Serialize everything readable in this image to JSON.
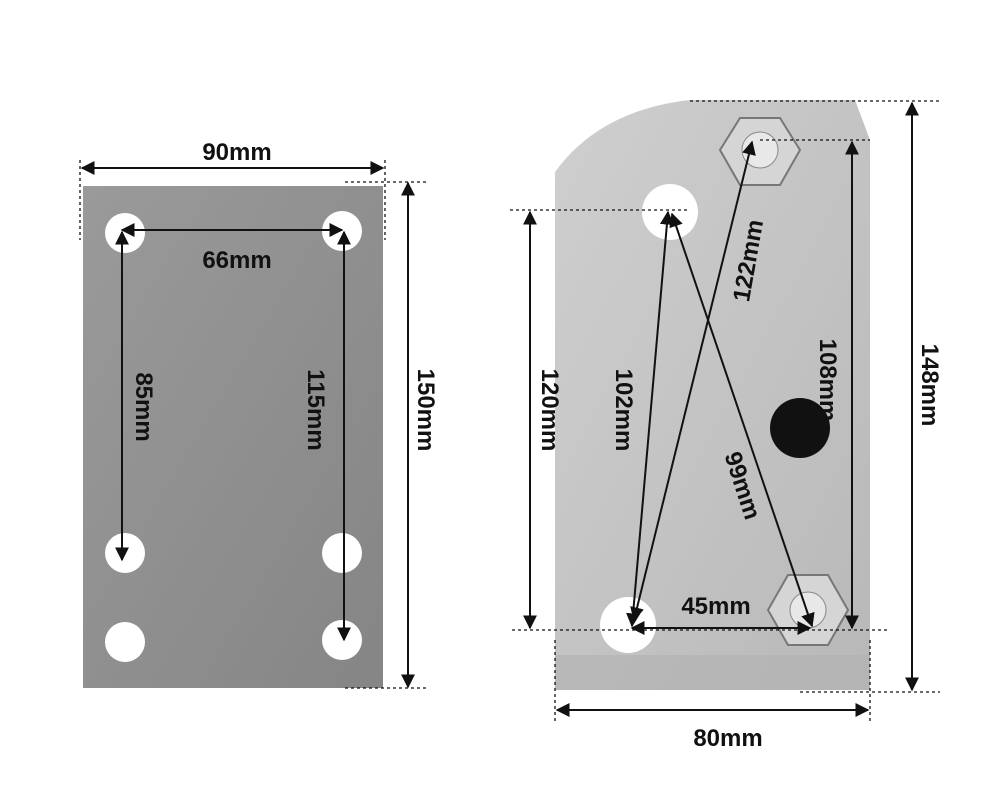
{
  "left_plate": {
    "width_label": "90mm",
    "hole_spacing_label": "66mm",
    "hole_vertical_label": "85mm",
    "hole_outer_vertical_label": "115mm",
    "height_label": "150mm"
  },
  "right_plate": {
    "height_left_label": "120mm",
    "diagonal_a_label": "102mm",
    "diagonal_b_label": "122mm",
    "right_vertical_label": "108mm",
    "height_label": "148mm",
    "diagonal_c_label": "99mm",
    "bottom_spacing_label": "45mm",
    "width_label": "80mm"
  },
  "colors": {
    "left_plate": "#8e8e8e",
    "right_plate": "#c4c4c4"
  }
}
